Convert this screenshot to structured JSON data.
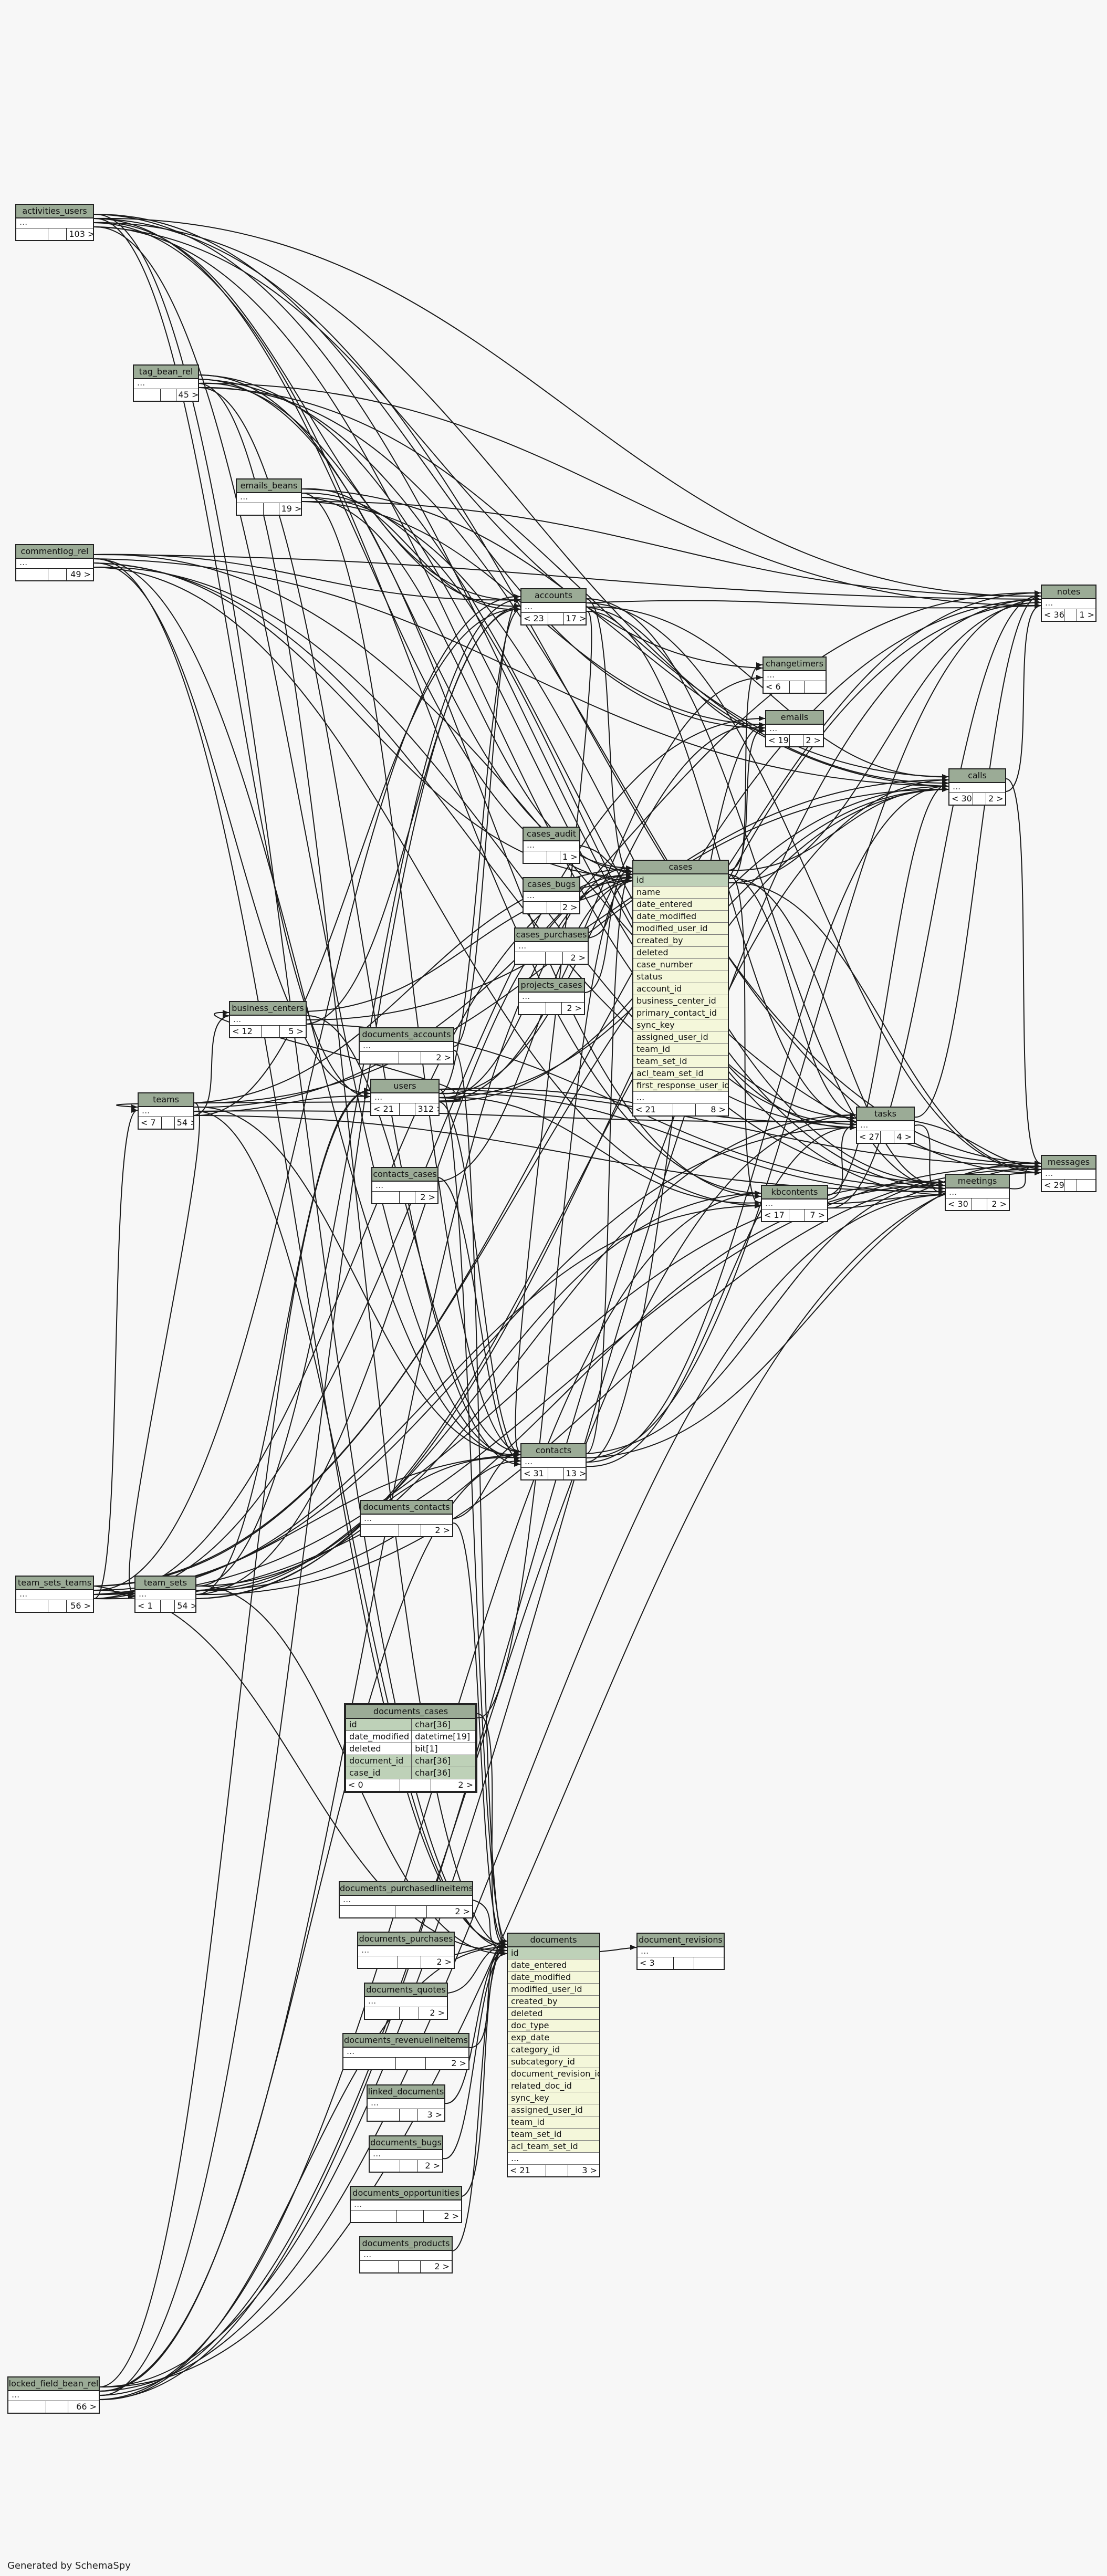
{
  "footer": "Generated by SchemaSpy",
  "tables": [
    {
      "id": "activities_users",
      "title": "activities_users",
      "ell": "...",
      "parents": "",
      "children": "103 >"
    },
    {
      "id": "tag_bean_rel",
      "title": "tag_bean_rel",
      "ell": "...",
      "parents": "",
      "children": "45 >"
    },
    {
      "id": "emails_beans",
      "title": "emails_beans",
      "ell": "...",
      "parents": "",
      "children": "19 >"
    },
    {
      "id": "commentlog_rel",
      "title": "commentlog_rel",
      "ell": "...",
      "parents": "",
      "children": "49 >"
    },
    {
      "id": "accounts",
      "title": "accounts",
      "ell": "...",
      "parents": "< 23",
      "children": "17 >"
    },
    {
      "id": "notes",
      "title": "notes",
      "ell": "...",
      "parents": "< 36",
      "children": "1 >"
    },
    {
      "id": "changetimers",
      "title": "changetimers",
      "ell": "...",
      "parents": "< 6",
      "children": ""
    },
    {
      "id": "emails",
      "title": "emails",
      "ell": "...",
      "parents": "< 19",
      "children": "2 >"
    },
    {
      "id": "calls",
      "title": "calls",
      "ell": "...",
      "parents": "< 30",
      "children": "2 >"
    },
    {
      "id": "cases_audit",
      "title": "cases_audit",
      "ell": "...",
      "parents": "",
      "children": "1 >"
    },
    {
      "id": "cases_bugs",
      "title": "cases_bugs",
      "ell": "...",
      "parents": "",
      "children": "2 >"
    },
    {
      "id": "cases_purchases",
      "title": "cases_purchases",
      "ell": "...",
      "parents": "",
      "children": "2 >"
    },
    {
      "id": "projects_cases",
      "title": "projects_cases",
      "ell": "...",
      "parents": "",
      "children": "2 >"
    },
    {
      "id": "business_centers",
      "title": "business_centers",
      "ell": "...",
      "parents": "< 12",
      "children": "5 >"
    },
    {
      "id": "documents_accounts",
      "title": "documents_accounts",
      "ell": "...",
      "parents": "",
      "children": "2 >"
    },
    {
      "id": "teams",
      "title": "teams",
      "ell": "...",
      "parents": "< 7",
      "children": "54 >"
    },
    {
      "id": "users",
      "title": "users",
      "ell": "...",
      "parents": "< 21",
      "children": "312 >"
    },
    {
      "id": "tasks",
      "title": "tasks",
      "ell": "...",
      "parents": "< 27",
      "children": "4 >"
    },
    {
      "id": "contacts_cases",
      "title": "contacts_cases",
      "ell": "...",
      "parents": "",
      "children": "2 >"
    },
    {
      "id": "kbcontents",
      "title": "kbcontents",
      "ell": "...",
      "parents": "< 17",
      "children": "7 >"
    },
    {
      "id": "meetings",
      "title": "meetings",
      "ell": "...",
      "parents": "< 30",
      "children": "2 >"
    },
    {
      "id": "messages",
      "title": "messages",
      "ell": "...",
      "parents": "< 29",
      "children": ""
    },
    {
      "id": "contacts",
      "title": "contacts",
      "ell": "...",
      "parents": "< 31",
      "children": "13 >"
    },
    {
      "id": "documents_contacts",
      "title": "documents_contacts",
      "ell": "...",
      "parents": "",
      "children": "2 >"
    },
    {
      "id": "team_sets_teams",
      "title": "team_sets_teams",
      "ell": "...",
      "parents": "",
      "children": "56 >"
    },
    {
      "id": "team_sets",
      "title": "team_sets",
      "ell": "...",
      "parents": "< 1",
      "children": "54 >"
    },
    {
      "id": "documents_purchasedlineitems",
      "title": "documents_purchasedlineitems",
      "ell": "...",
      "parents": "",
      "children": "2 >"
    },
    {
      "id": "documents_purchases",
      "title": "documents_purchases",
      "ell": "...",
      "parents": "",
      "children": "2 >"
    },
    {
      "id": "documents_quotes",
      "title": "documents_quotes",
      "ell": "...",
      "parents": "",
      "children": "2 >"
    },
    {
      "id": "documents_revenuelineitems",
      "title": "documents_revenuelineitems",
      "ell": "...",
      "parents": "",
      "children": "2 >"
    },
    {
      "id": "linked_documents",
      "title": "linked_documents",
      "ell": "...",
      "parents": "",
      "children": "3 >"
    },
    {
      "id": "documents_bugs",
      "title": "documents_bugs",
      "ell": "...",
      "parents": "",
      "children": "2 >"
    },
    {
      "id": "documents_opportunities",
      "title": "documents_opportunities",
      "ell": "...",
      "parents": "",
      "children": "2 >"
    },
    {
      "id": "documents_products",
      "title": "documents_products",
      "ell": "...",
      "parents": "",
      "children": "2 >"
    },
    {
      "id": "document_revisions",
      "title": "document_revisions",
      "ell": "...",
      "parents": "< 3",
      "children": ""
    },
    {
      "id": "locked_field_bean_rel",
      "title": "locked_field_bean_rel",
      "ell": "...",
      "parents": "",
      "children": "66 >"
    }
  ],
  "cases": {
    "title": "cases",
    "columns": [
      {
        "name": "id",
        "key": true
      },
      {
        "name": "name"
      },
      {
        "name": "date_entered"
      },
      {
        "name": "date_modified"
      },
      {
        "name": "modified_user_id"
      },
      {
        "name": "created_by"
      },
      {
        "name": "deleted"
      },
      {
        "name": "case_number"
      },
      {
        "name": "status"
      },
      {
        "name": "account_id"
      },
      {
        "name": "business_center_id"
      },
      {
        "name": "primary_contact_id"
      },
      {
        "name": "sync_key"
      },
      {
        "name": "assigned_user_id"
      },
      {
        "name": "team_id"
      },
      {
        "name": "team_set_id"
      },
      {
        "name": "acl_team_set_id"
      },
      {
        "name": "first_response_user_id"
      }
    ],
    "ell": "...",
    "parents": "< 21",
    "children": "8 >"
  },
  "documents": {
    "title": "documents",
    "columns": [
      {
        "name": "id",
        "key": true
      },
      {
        "name": "date_entered"
      },
      {
        "name": "date_modified"
      },
      {
        "name": "modified_user_id"
      },
      {
        "name": "created_by"
      },
      {
        "name": "deleted"
      },
      {
        "name": "doc_type"
      },
      {
        "name": "exp_date"
      },
      {
        "name": "category_id"
      },
      {
        "name": "subcategory_id"
      },
      {
        "name": "document_revision_id"
      },
      {
        "name": "related_doc_id"
      },
      {
        "name": "sync_key"
      },
      {
        "name": "assigned_user_id"
      },
      {
        "name": "team_id"
      },
      {
        "name": "team_set_id"
      },
      {
        "name": "acl_team_set_id"
      }
    ],
    "ell": "...",
    "parents": "< 21",
    "children": "3 >"
  },
  "documents_cases": {
    "title": "documents_cases",
    "columns": [
      {
        "name": "id",
        "type": "char[36]",
        "key": true
      },
      {
        "name": "date_modified",
        "type": "datetime[19]"
      },
      {
        "name": "deleted",
        "type": "bit[1]"
      },
      {
        "name": "document_id",
        "type": "char[36]",
        "key": true
      },
      {
        "name": "case_id",
        "type": "char[36]",
        "key": true
      }
    ],
    "parents": "< 0",
    "children": "2 >"
  }
}
